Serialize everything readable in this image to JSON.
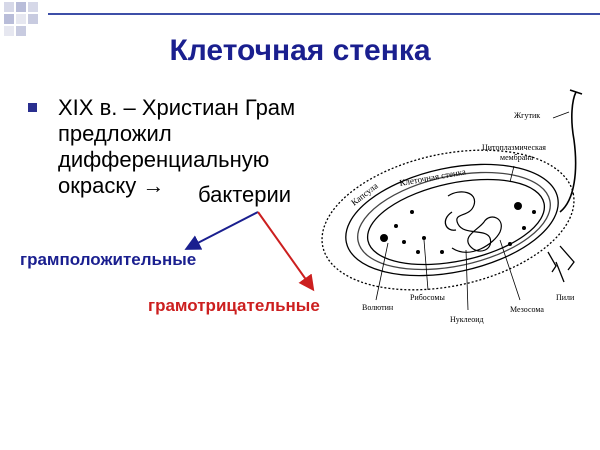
{
  "slide": {
    "title": "Клеточная стенка",
    "bullet_lines": [
      "XIX в. – Христиан Грам",
      "предложил",
      "дифференциальную",
      "окраску →"
    ],
    "bacteria_word": "бактерии",
    "gram_positive": "грамположительные",
    "gram_negative": "грамотрицательные",
    "colors": {
      "title": "#1a1f8f",
      "accent_blue": "#1a1f8f",
      "accent_red": "#cc1f1f",
      "decor": "#3d4fa8"
    }
  },
  "diagram": {
    "flagellum": "Жгутик",
    "membrane_line1": "Цитоплазмическая",
    "membrane_line2": "мембрана",
    "cell_wall": "Клеточная стенка",
    "capsule": "Капсула",
    "volutin": "Волютин",
    "ribosomes": "Рибосомы",
    "nucleoid": "Нуклеоид",
    "mesosome": "Мезосома",
    "pili": "Пили"
  }
}
